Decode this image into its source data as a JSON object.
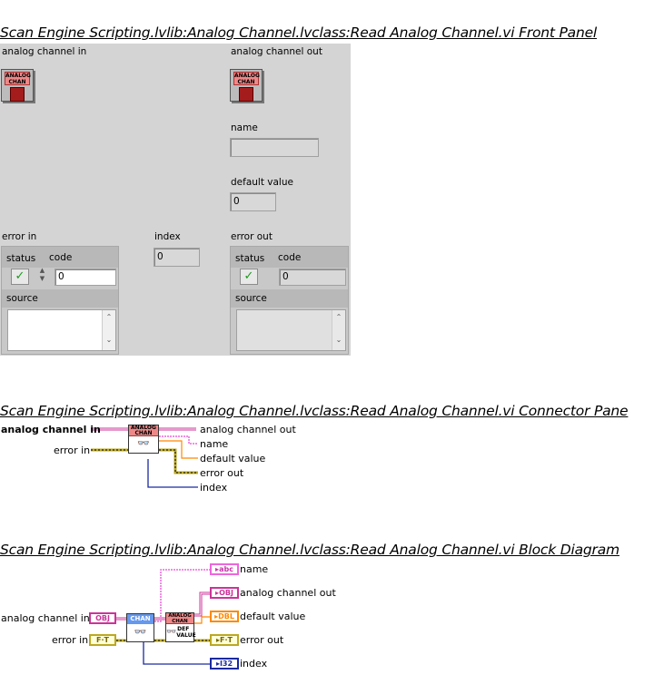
{
  "front_panel": {
    "title": "Scan Engine Scripting.lvlib:Analog Channel.lvclass:Read Analog Channel.vi Front Panel",
    "analog_channel_in": "analog channel in",
    "analog_channel_out": "analog channel out",
    "name_label": "name",
    "name_value": "",
    "default_value_label": "default value",
    "default_value": "0",
    "index_label": "index",
    "index_value": "0",
    "error_in": {
      "label": "error in",
      "status": "status",
      "code": "code",
      "code_value": "0",
      "source": "source"
    },
    "error_out": {
      "label": "error out",
      "status": "status",
      "code": "code",
      "code_value": "0",
      "source": "source"
    },
    "chan_icon_text": "ANALOG CHAN"
  },
  "connector_pane": {
    "title": "Scan Engine Scripting.lvlib:Analog Channel.lvclass:Read Analog Channel.vi Connector Pane",
    "inputs": [
      "analog channel in",
      "error in"
    ],
    "outputs": [
      "analog channel out",
      "name",
      "default value",
      "error out",
      "index"
    ],
    "icon_text": "ANALOG CHAN"
  },
  "block_diagram": {
    "title": "Scan Engine Scripting.lvlib:Analog Channel.lvclass:Read Analog Channel.vi Block Diagram",
    "inputs": [
      "analog channel in",
      "error in"
    ],
    "outputs": [
      "name",
      "analog channel out",
      "default value",
      "error out",
      "index"
    ],
    "tags": {
      "obj": "OBJ",
      "err": "F·T",
      "abc": "abc",
      "dbl": "DBL",
      "i32": "I32"
    },
    "chan_node": "CHAN",
    "def_node": "DEF VALUE",
    "icon_text": "ANALOG CHAN"
  },
  "colors": {
    "class_wire": "#cc3399",
    "string_wire": "#ee66dd",
    "dbl_wire": "#ff8800",
    "error_wire": "#bba822",
    "i32_wire": "#1a2aa0"
  }
}
